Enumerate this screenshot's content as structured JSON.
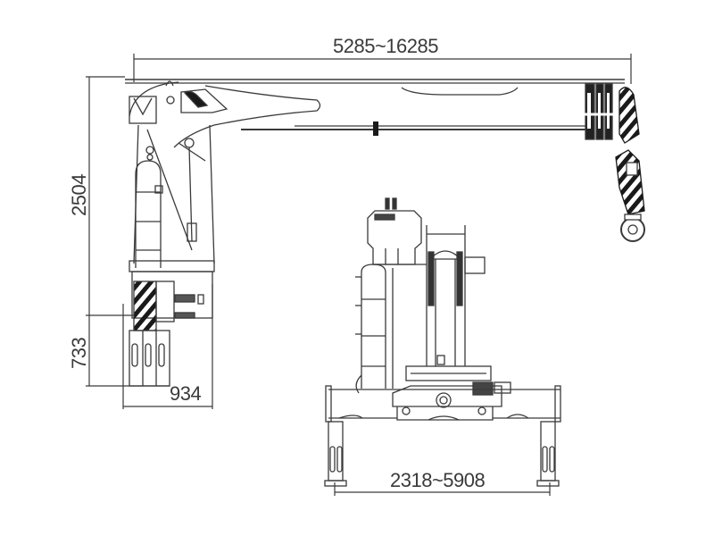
{
  "diagram": {
    "title": "Truck-mounted knuckle/telescopic crane dimension drawing",
    "colors": {
      "line": "#3a3a3a",
      "background": "#ffffff",
      "stripe": "#1a1a1a"
    },
    "dimensions": {
      "boom_reach": "5285~16285",
      "total_height": "2504",
      "base_height": "733",
      "base_width": "934",
      "outrigger_span": "2318~5908"
    },
    "views": [
      {
        "name": "side-view",
        "parts": [
          "column",
          "ladder",
          "base",
          "main-boom",
          "telescopic-sections",
          "boom-head",
          "hook-block",
          "hydraulic-cylinder"
        ]
      },
      {
        "name": "rear-view",
        "parts": [
          "control-box",
          "ladder",
          "column",
          "winch",
          "slew-base",
          "outrigger-beam",
          "outrigger-legs"
        ]
      }
    ]
  }
}
